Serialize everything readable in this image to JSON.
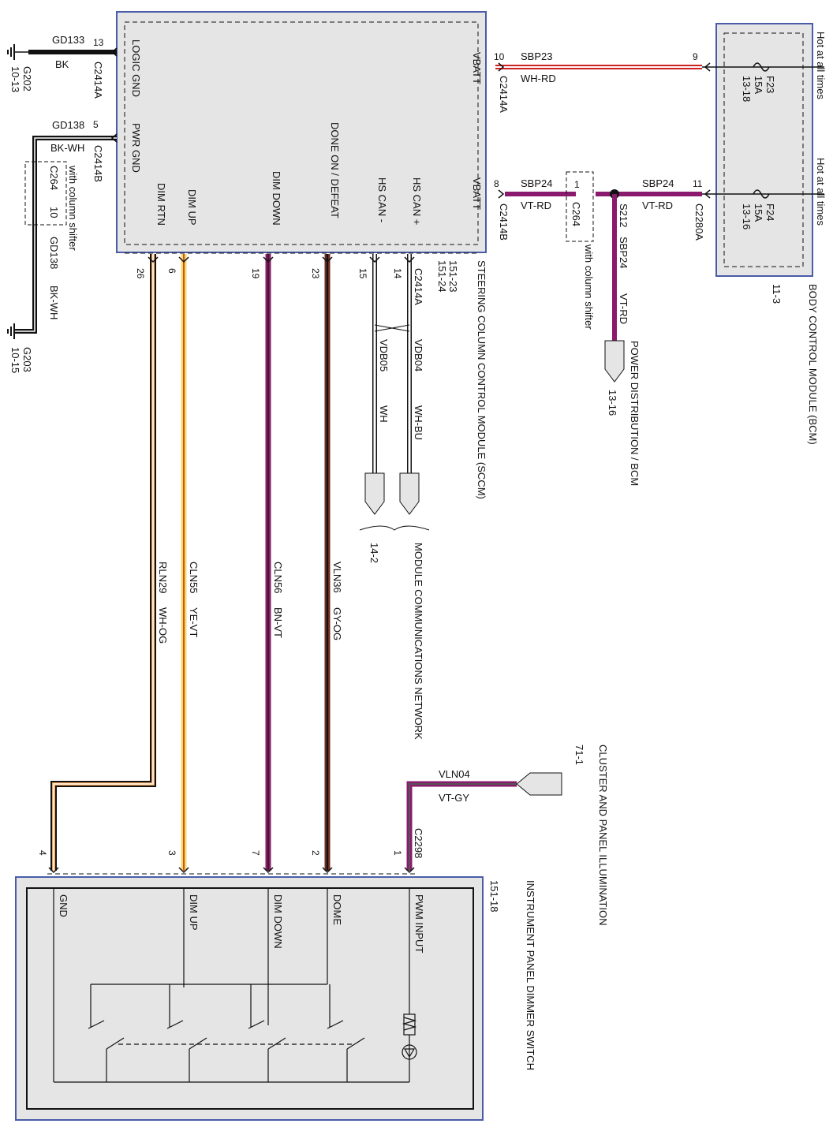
{
  "colors": {
    "module_fill": "#e5e5e5",
    "module_border": "#4a5ca8",
    "violet": "#8b1a6e",
    "black": "#111111",
    "white": "#ffffff",
    "red": "#cc2222",
    "orange": "#f0a050",
    "yellow": "#f4d96a",
    "gray": "#888888",
    "brown": "#3a2020"
  },
  "sccm": {
    "name": "STEERING COLUMN CONTROL MODULE (SCCM)",
    "ref1": "151-23",
    "ref2": "151-24",
    "connector_bottom": "C2414A",
    "logic_gnd": "LOGIC GND",
    "pwr_gnd": "PWR GND",
    "vbatt_top": "VBATT",
    "vbatt_bottom": "VBATT",
    "hs_can_plus": "HS CAN +",
    "hs_can_minus": "HS CAN -",
    "done_on": "DONE ON / DEFEAT",
    "dim_down": "DIM DOWN",
    "dim_up": "DIM UP",
    "dim_rtn": "DIM RTN",
    "pins_bottom": [
      "26",
      "6",
      "19",
      "23",
      "15",
      "14"
    ]
  },
  "grounds": {
    "g202": "G202",
    "g202_ref": "10-13",
    "g203": "G203",
    "g203_ref": "10-15",
    "gd133": "GD133",
    "gd133_color": "BK",
    "gd133_pin": "13",
    "gd133_conn": "C2414A",
    "gd138": "GD138",
    "gd138_color": "BK-WH",
    "gd138_pin": "5",
    "gd138_conn": "C2414B",
    "c264_label": "C264",
    "c264_pin": "10",
    "c264_note": "with column shifter",
    "gd138_lower": "GD138",
    "gd138_lower_color": "BK-WH"
  },
  "power": {
    "sbp23": "SBP23",
    "sbp23_color": "WH-RD",
    "sbp23_pin": "10",
    "sbp23_conn": "C2414A",
    "sbp23_bcm_pin": "9",
    "sbp24": "SBP24",
    "sbp24_color": "VT-RD",
    "sbp24_pin": "8",
    "sbp24_conn": "C2414B",
    "c264": "C264",
    "c264_pin": "1",
    "c264_note": "with column shifter",
    "s212": "S212",
    "sbp24_bcm": "SBP24",
    "sbp24_bcm_color": "VT-RD",
    "bcm_pin_11": "11",
    "bcm_conn": "C2280A",
    "sbp24_down": "SBP24",
    "sbp24_down_color": "VT-RD",
    "pd_label": "POWER DISTRIBUTION / BCM",
    "pd_ref": "13-16"
  },
  "bcm": {
    "name": "BODY CONTROL MODULE (BCM)",
    "ref": "11-3",
    "hot1": "Hot at all times",
    "hot2": "Hot at all times",
    "f23": "F23",
    "f23_amp": "15A",
    "f23_ref": "13-18",
    "f24": "F24",
    "f24_amp": "15A",
    "f24_ref": "13-16"
  },
  "can": {
    "vdb04": "VDB04",
    "vdb04_color": "WH-BU",
    "vdb05": "VDB05",
    "vdb05_color": "WH",
    "network_name": "MODULE COMMUNICATIONS NETWORK",
    "network_ref": "14-2"
  },
  "circuits": {
    "rln29": "RLN29",
    "rln29_color": "WH-OG",
    "cln55": "CLN55",
    "cln55_color": "YE-VT",
    "cln56": "CLN56",
    "cln56_color": "BN-VT",
    "vln36": "VLN36",
    "vln36_color": "GY-OG",
    "vln04": "VLN04",
    "vln04_color": "VT-GY"
  },
  "cluster": {
    "name": "CLUSTER AND PANEL ILLUMINATION",
    "ref": "71-1"
  },
  "dimmer": {
    "name": "INSTRUMENT PANEL DIMMER SWITCH",
    "ref": "151-18",
    "connector": "C2298",
    "pins": [
      "4",
      "3",
      "7",
      "2",
      "1"
    ],
    "gnd": "GND",
    "dim_up": "DIM UP",
    "dim_down": "DIM DOWN",
    "dome": "DOME",
    "pwm_input": "PWM INPUT"
  }
}
